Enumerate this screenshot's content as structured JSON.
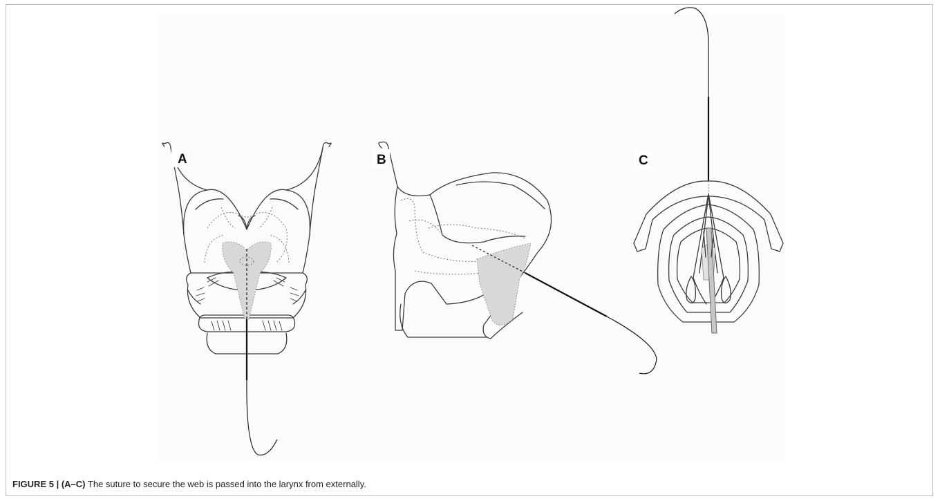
{
  "figure": {
    "panel_labels": {
      "a": "A",
      "b": "B",
      "c": "C"
    },
    "caption": {
      "figure_number": "FIGURE 5 |",
      "panel_ref": "(A–C)",
      "text": "The suture to secure the web is passed into the larynx from externally."
    }
  }
}
